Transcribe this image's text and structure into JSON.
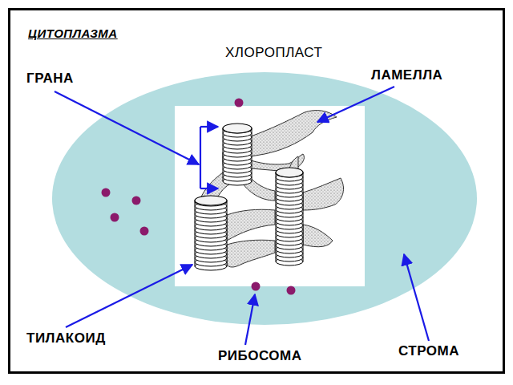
{
  "diagram": {
    "nodes": [
      {
        "text": [
          "ЦИТОПЛАЗМА"
        ]
      },
      {
        "text": [
          "ХЛОРОПЛАСТ"
        ],
        "in": 0
      }
    ],
    "labels": [
      "ГРАНА",
      "ЛАМЕЛЛА",
      "ТИЛАКОИД",
      "РИБОСОМА",
      "СТРОМА"
    ]
  }
}
